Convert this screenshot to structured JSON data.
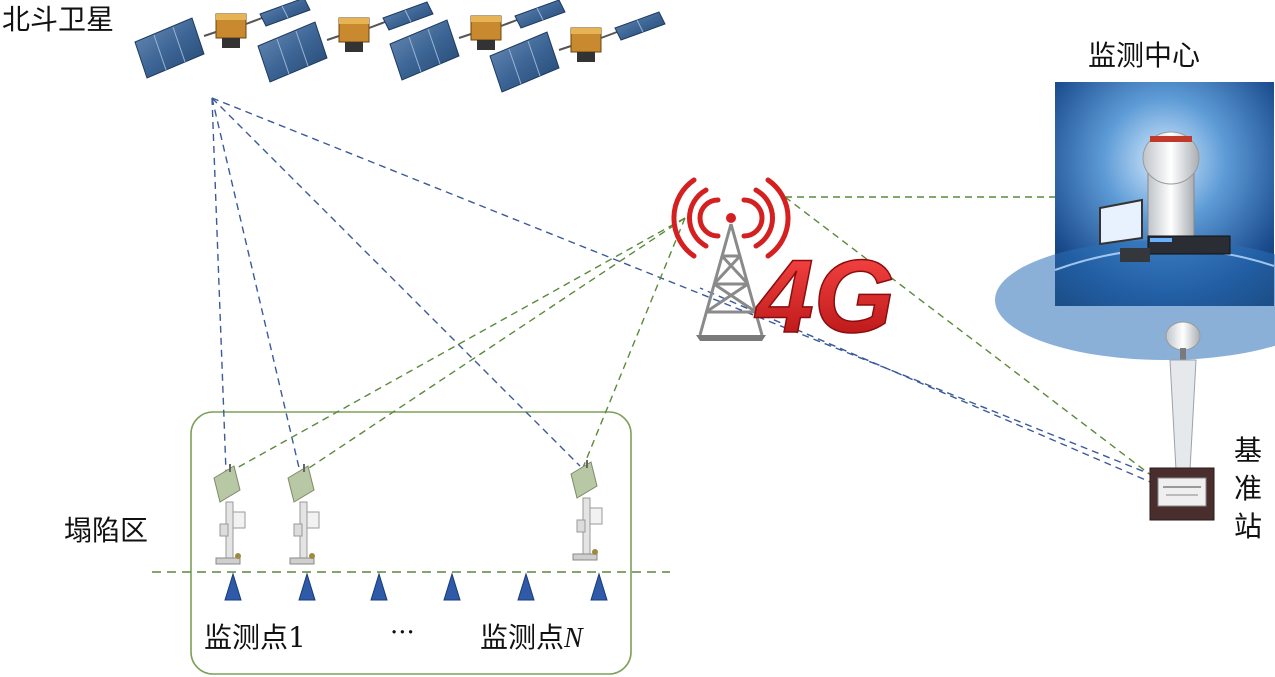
{
  "labels": {
    "beidou_satellites": "北斗卫星",
    "monitoring_center": "监测中心",
    "collapse_zone": "塌陷区",
    "reference_station": "基准站",
    "monitoring_point_1": "监测点1",
    "ellipsis": "···",
    "monitoring_point_n_prefix": "监测点",
    "monitoring_point_n_var": "N",
    "network": "4G"
  },
  "colors": {
    "satellite_link": "#3b5a9a",
    "network_link": "#5a8a3a",
    "zone_border": "#7da05a",
    "marker": "#2e5aa8",
    "network_red": "#d42020",
    "tower_gray": "#8a8a8a"
  },
  "icons": [
    "satellite-icon",
    "cell-tower-icon",
    "monitoring-center-image",
    "gnss-receiver-icon",
    "reference-station-icon",
    "marker-triangle-icon"
  ]
}
